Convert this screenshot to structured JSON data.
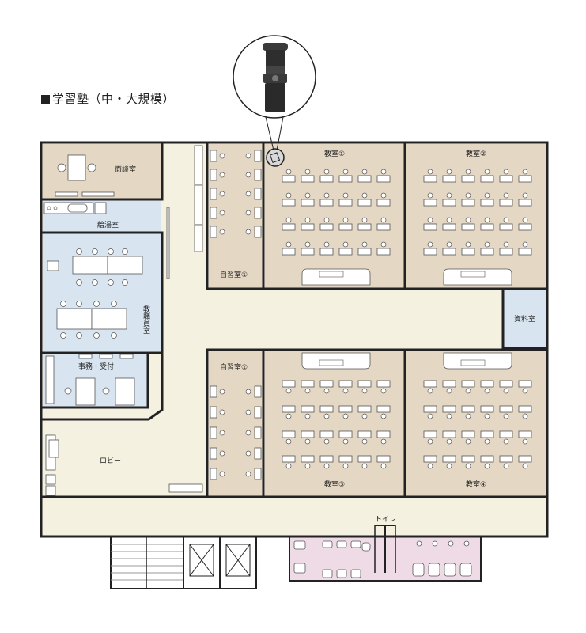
{
  "title": "学習塾（中・大規模）",
  "camera": {
    "icon": "security-camera-icon"
  },
  "colors": {
    "classroom": "#e4d7c4",
    "corridor": "#f5f1e1",
    "staff": "#d8e4ef",
    "toilet": "#efdbe6",
    "wall": "#222222"
  },
  "rooms": {
    "interview": "面談室",
    "kitchenette": "給湯室",
    "staff_room": "教職員室",
    "office": "事務・受付",
    "lobby": "ロビー",
    "study_1": "自習室①",
    "study_2": "自習室①",
    "class_1": "教室①",
    "class_2": "教室②",
    "class_3": "教室③",
    "class_4": "教室④",
    "materials": "資料室",
    "toilet": "トイレ"
  }
}
